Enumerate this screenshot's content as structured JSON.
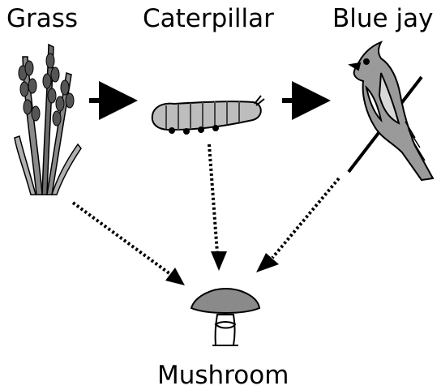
{
  "nodes": {
    "grass": "Grass",
    "caterpillar": "Caterpillar",
    "blue_jay": "Blue jay",
    "mushroom": "Mushroom"
  },
  "edges": [
    {
      "from": "grass",
      "to": "caterpillar",
      "style": "solid"
    },
    {
      "from": "caterpillar",
      "to": "blue_jay",
      "style": "solid"
    },
    {
      "from": "grass",
      "to": "mushroom",
      "style": "dotted"
    },
    {
      "from": "caterpillar",
      "to": "mushroom",
      "style": "dotted"
    },
    {
      "from": "blue_jay",
      "to": "mushroom",
      "style": "dotted"
    }
  ],
  "icons": [
    "grass-icon",
    "caterpillar-icon",
    "blue-jay-icon",
    "mushroom-icon"
  ]
}
